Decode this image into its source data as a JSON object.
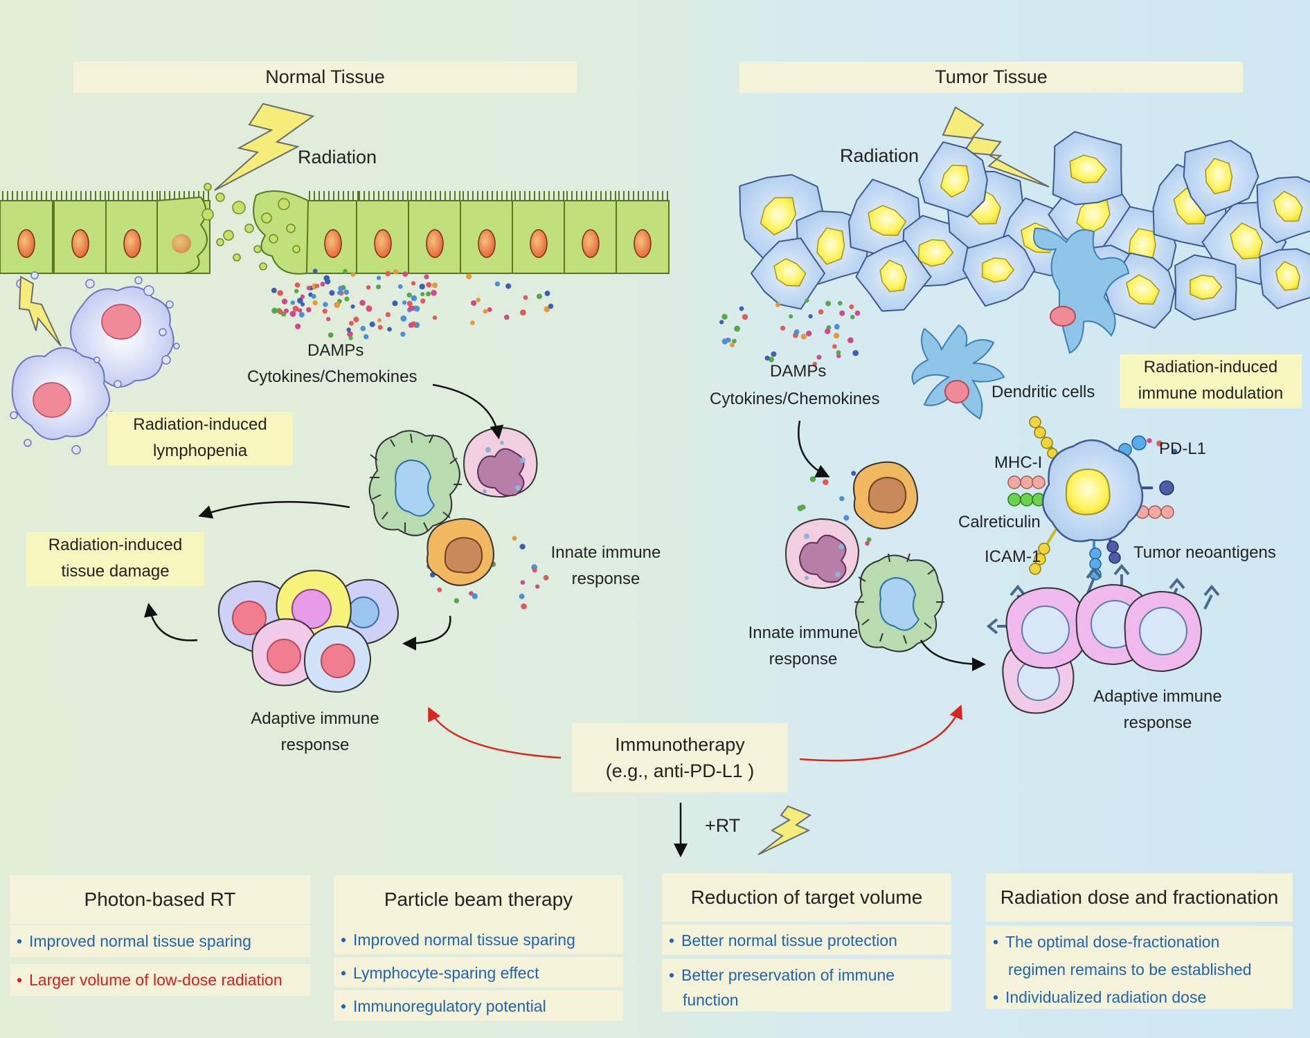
{
  "normal": {
    "title": "Normal Tissue",
    "radiation": "Radiation",
    "damps": "DAMPs",
    "cytokines": "Cytokines/Chemokines",
    "lymphopenia": [
      "Radiation-induced",
      "lymphopenia"
    ],
    "damage": [
      "Radiation-induced",
      "tissue damage"
    ],
    "innate": [
      "Innate immune",
      "response"
    ],
    "adaptive": [
      "Adaptive immune",
      "response"
    ]
  },
  "tumor": {
    "title": "Tumor Tissue",
    "radiation": "Radiation",
    "damps": "DAMPs",
    "cytokines": "Cytokines/Chemokines",
    "dendritic": "Dendritic cells",
    "modulation": [
      "Radiation-induced",
      "immune modulation"
    ],
    "mhc": "MHC-I",
    "pdl1": "PD-L1",
    "calreticulin": "Calreticulin",
    "icam": "ICAM-1",
    "neoantigens": "Tumor neoantigens",
    "innate": [
      "Innate immune",
      "response"
    ],
    "adaptive": [
      "Adaptive immune",
      "response"
    ]
  },
  "immunotherapy": [
    "Immunotherapy",
    "(e.g., anti-PD-L1 )"
  ],
  "plus_rt": "+RT",
  "cards": [
    {
      "title": "Photon-based RT",
      "items": [
        {
          "text": "Improved normal tissue sparing",
          "tone": "blue"
        },
        {
          "text": "Larger volume of low-dose radiation",
          "tone": "red"
        }
      ]
    },
    {
      "title": "Particle beam therapy",
      "items": [
        {
          "text": "Improved normal tissue sparing",
          "tone": "blue"
        },
        {
          "text": "Lymphocyte-sparing effect",
          "tone": "blue"
        },
        {
          "text": "Immunoregulatory potential",
          "tone": "blue"
        }
      ]
    },
    {
      "title": "Reduction of target volume",
      "items": [
        {
          "text": "Better normal tissue protection",
          "tone": "blue"
        },
        {
          "text": "Better preservation of immune",
          "tone": "blue"
        },
        {
          "text": "function",
          "tone": "blue"
        }
      ]
    },
    {
      "title": "Radiation dose and fractionation",
      "items": [
        {
          "text": "The optimal dose-fractionation",
          "tone": "blue"
        },
        {
          "text": "regimen remains to be established",
          "tone": "blue"
        },
        {
          "text": "Individualized radiation dose",
          "tone": "blue"
        }
      ]
    }
  ],
  "colors": {
    "blue_text": "#1f64ad",
    "red_text": "#d21e1e",
    "label_bg": "#f4f2d8",
    "highlight_bg": "#f8f6bf",
    "bolt": "#f5ec7a",
    "red_arrow": "#d9261c"
  }
}
